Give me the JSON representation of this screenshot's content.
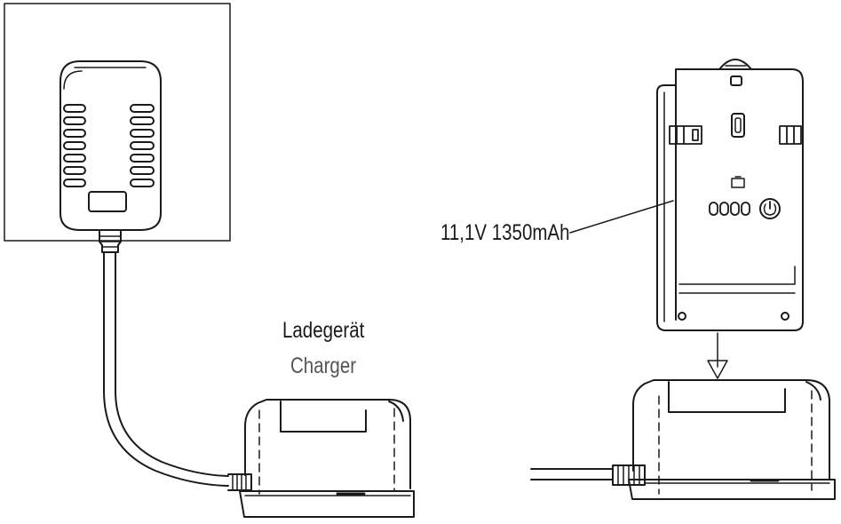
{
  "labels": {
    "charger_de": "Ladegerät",
    "charger_en": "Charger",
    "battery_spec": "11,1V 1350mAh"
  },
  "colors": {
    "line": "#1a1a1a",
    "english_label": "#555555"
  }
}
